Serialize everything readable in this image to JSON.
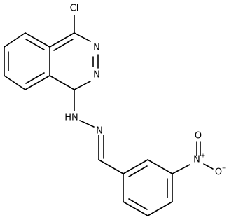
{
  "labels": {
    "chlorine": "Cl",
    "ring_n_top": "N",
    "ring_n_bottom": "N",
    "hydrazine_nh": "HN",
    "imine_n": "N",
    "nitro_n": "N",
    "nitro_n_charge": "+",
    "nitro_o_top": "O",
    "nitro_o_right": "O",
    "nitro_o_charge": "−"
  }
}
